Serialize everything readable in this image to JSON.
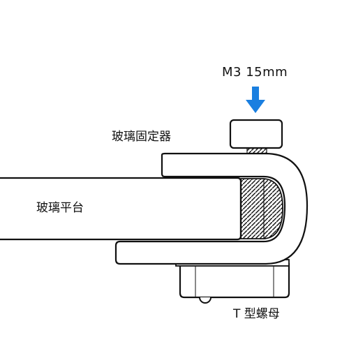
{
  "labels": {
    "screw": "M3 15mm",
    "glass_holder": "玻璃固定器",
    "glass_platform": "玻璃平台",
    "t_nut": "T 型螺母"
  },
  "colors": {
    "arrow": "#1a7fe0",
    "stroke": "#111111",
    "fill": "#ffffff"
  },
  "icons": {
    "arrow": "arrow-down-icon"
  }
}
